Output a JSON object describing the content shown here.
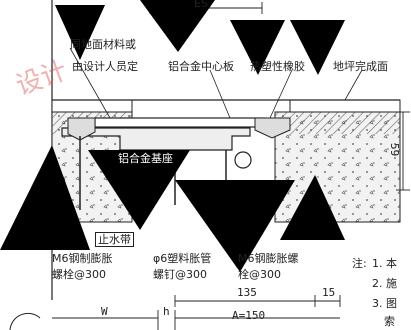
{
  "colors": {
    "line": "#222222",
    "hatch": "#333333",
    "concrete": "#dcdcdc",
    "metal": "#eeeeee",
    "watermark_red": "#e05050",
    "watermark_triangle": "#000000"
  },
  "labels": {
    "top_dim": "ES",
    "same_material": "同地面材料或",
    "designer_note": "由设计人员定",
    "aluminum_core": "铝合金中心板",
    "thermo_rubber": "热塑性橡胶",
    "finished_floor": "地坪完成面",
    "aluminum_base": "铝合金基座",
    "bolt_left_line1": "M6钢制膨胀",
    "bolt_left_line2": "螺栓@300",
    "plastic_tube_line1": "φ6塑料胀管",
    "plastic_tube_line2": "螺钉@300",
    "bolt_right_line1": "M6钢膨胀螺",
    "bolt_right_line2": "栓@300",
    "small_box": "止水带"
  },
  "dimensions": {
    "height_right": "59",
    "d135": "135",
    "d15": "15",
    "width_label": "W",
    "h_label": "h",
    "a_label": "A=150"
  },
  "notes": {
    "title": "注:",
    "items": [
      "1. 本",
      "2. 施",
      "3. 图",
      "索"
    ]
  },
  "icons": [
    "warning-triangle-icon",
    "warning-triangle-icon",
    "warning-triangle-icon",
    "warning-triangle-icon",
    "warning-triangle-icon",
    "warning-triangle-icon"
  ]
}
